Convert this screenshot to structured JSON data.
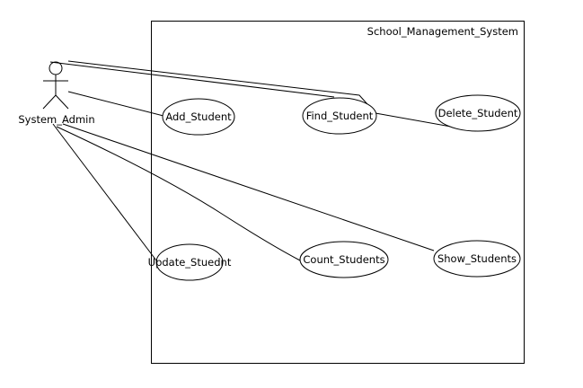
{
  "system": {
    "name": "School_Management_System"
  },
  "actor": {
    "name": "System_Admin"
  },
  "use_cases": [
    {
      "id": "add",
      "label": "Add_Student"
    },
    {
      "id": "find",
      "label": "Find_Student"
    },
    {
      "id": "delete",
      "label": "Delete_Student"
    },
    {
      "id": "update",
      "label": "Update_Stuednt"
    },
    {
      "id": "count",
      "label": "Count_Students"
    },
    {
      "id": "show",
      "label": "Show_Students"
    }
  ],
  "colors": {
    "line": "#000000",
    "background": "#ffffff"
  }
}
